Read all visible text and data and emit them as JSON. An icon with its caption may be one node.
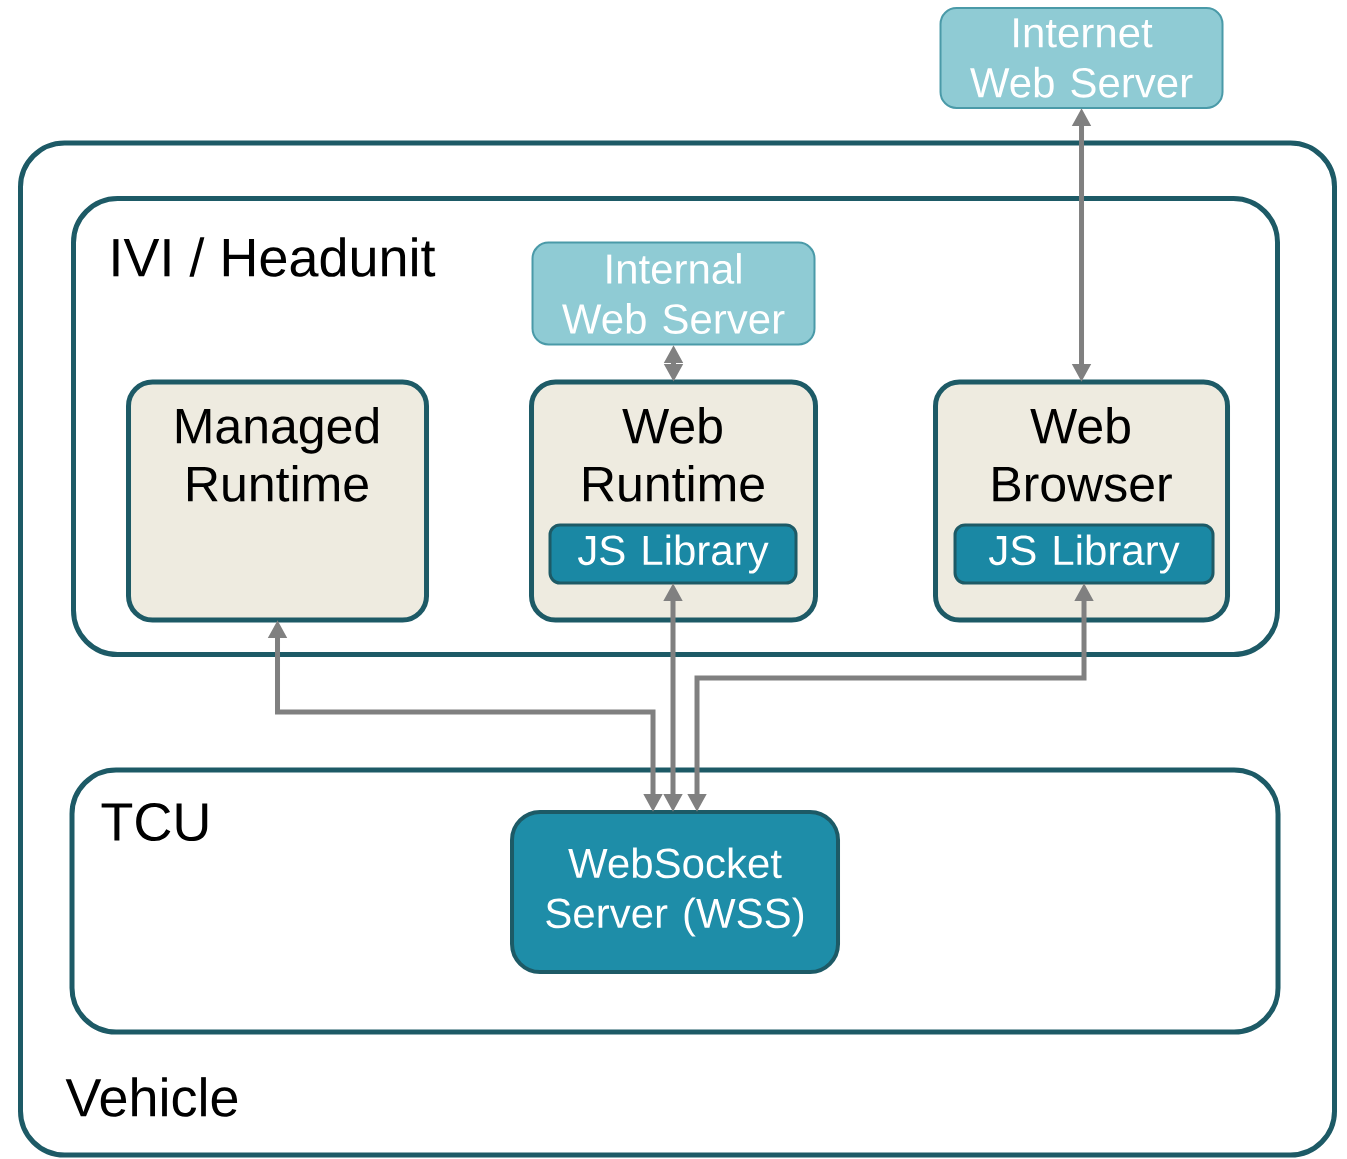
{
  "diagram": {
    "nodes": [
      {
        "text": [
          "Internet Web Server"
        ]
      },
      {
        "text": [
          "Vehicle"
        ]
      },
      {
        "text": [
          "IVI / Headunit"
        ],
        "in": 1
      },
      {
        "text": [
          "Internal Web Server"
        ],
        "in": 2
      },
      {
        "text": [
          "Managed Runtime"
        ],
        "in": 2
      },
      {
        "text": [
          "Web Runtime"
        ],
        "in": 2
      },
      {
        "text": [
          "JS Library"
        ],
        "in": 5
      },
      {
        "text": [
          "Web Browser"
        ],
        "in": 2
      },
      {
        "text": [
          "JS Library"
        ],
        "in": 7
      },
      {
        "text": [
          "TCU"
        ],
        "in": 1
      },
      {
        "text": [
          "WebSocket Server (WSS)"
        ],
        "in": 9
      }
    ],
    "edges": [
      {
        "from": 0,
        "to": 7,
        "arrow": "both"
      },
      {
        "from": 3,
        "to": 5,
        "arrow": "both"
      },
      {
        "from": 10,
        "to": 4,
        "arrow": "both"
      },
      {
        "from": 10,
        "to": 6,
        "arrow": "both"
      },
      {
        "from": 10,
        "to": 8,
        "arrow": "both"
      }
    ]
  }
}
